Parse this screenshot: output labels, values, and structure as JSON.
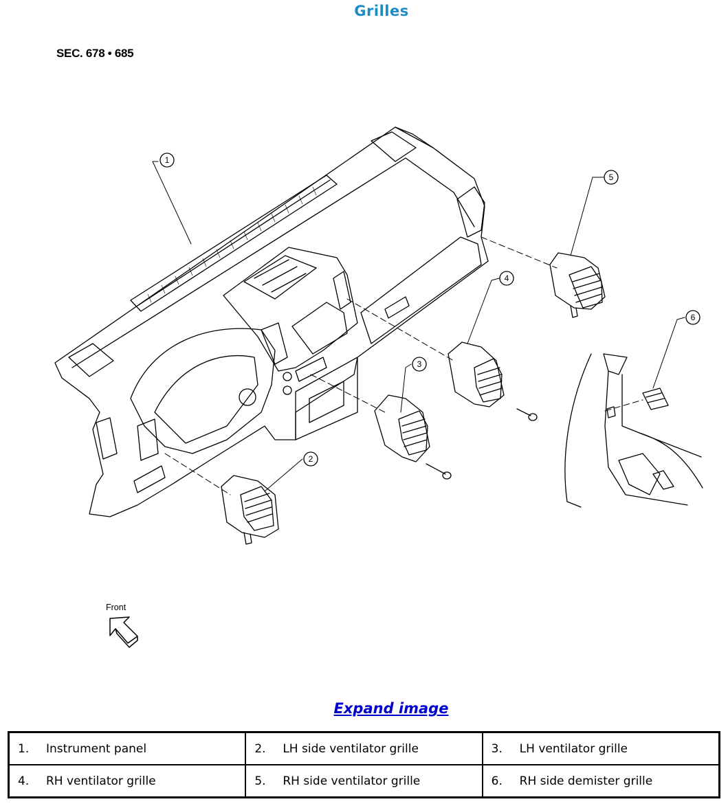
{
  "page": {
    "title": "Grilles",
    "section": "SEC. 678 • 685",
    "front_label": "Front",
    "expand_link": "Expand image"
  },
  "callouts": [
    "1",
    "2",
    "3",
    "4",
    "5",
    "6"
  ],
  "legend": [
    [
      {
        "num": "1.",
        "label": "Instrument panel"
      },
      {
        "num": "2.",
        "label": "LH side ventilator grille"
      },
      {
        "num": "3.",
        "label": "LH ventilator grille"
      }
    ],
    [
      {
        "num": "4.",
        "label": "RH ventilator grille"
      },
      {
        "num": "5.",
        "label": "RH side ventilator grille"
      },
      {
        "num": "6.",
        "label": "RH side demister grille"
      }
    ]
  ],
  "colors": {
    "title": "#1f8bc4",
    "link": "#0000cc",
    "line": "#000000"
  },
  "icons": [
    "front-arrow-icon"
  ]
}
